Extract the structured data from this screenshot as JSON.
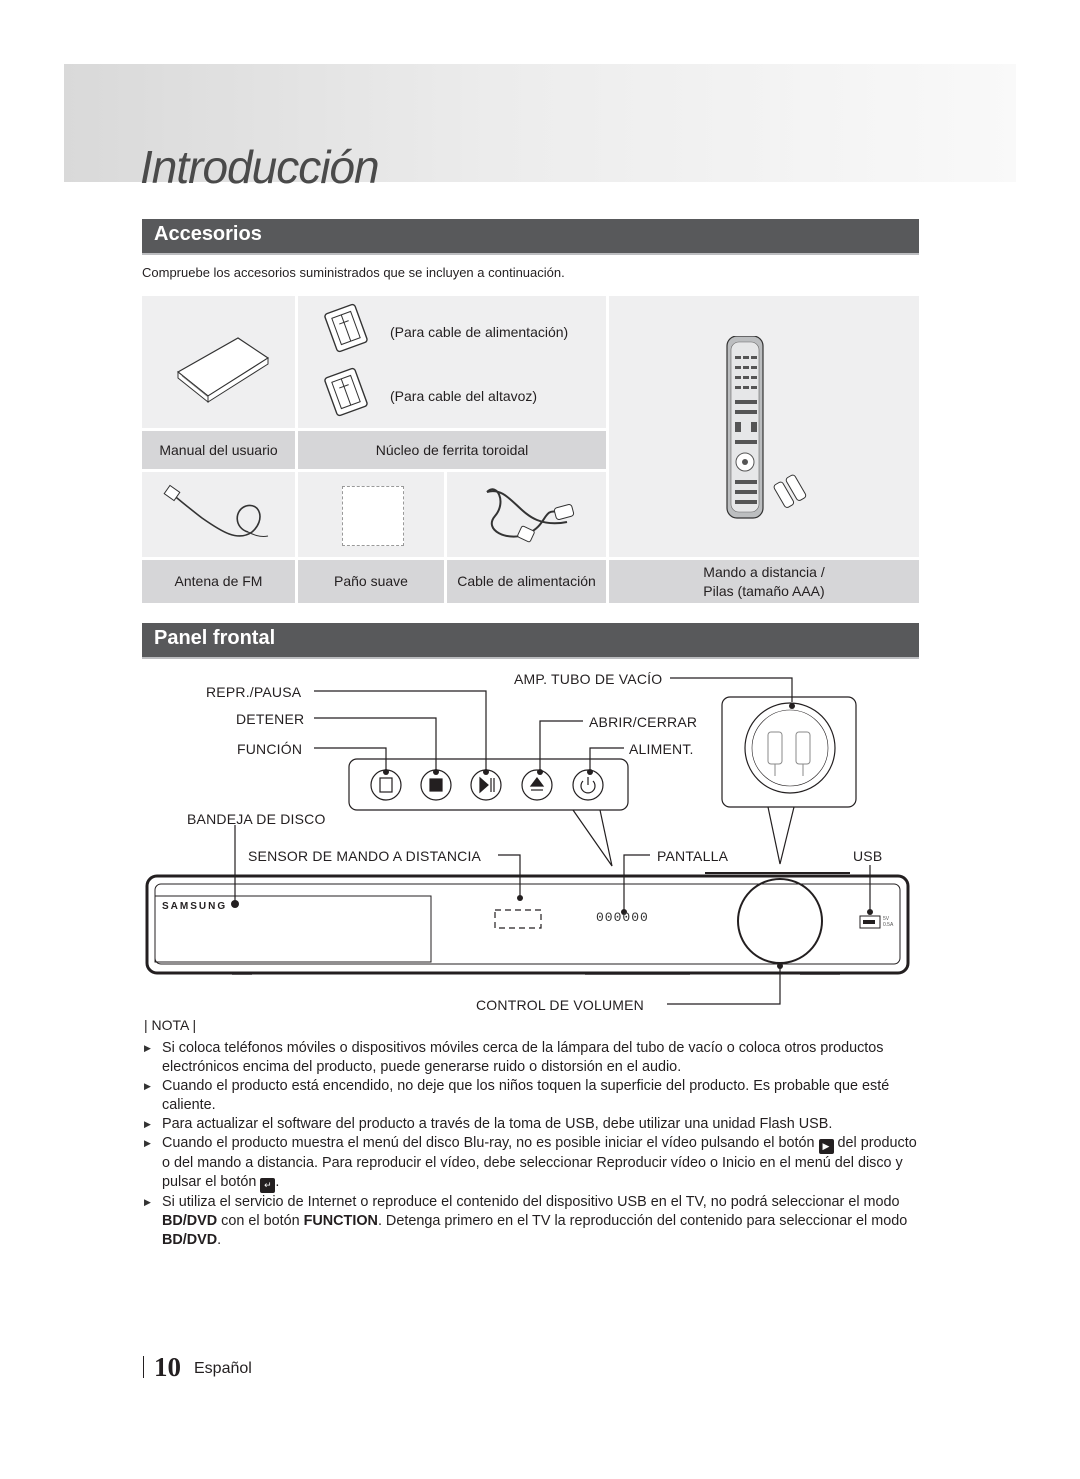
{
  "chapter_title": "Introducción",
  "accessories": {
    "heading": "Accesorios",
    "intro": "Compruebe los accesorios suministrados que se incluyen a continuación.",
    "core_power": "(Para cable de alimentación)",
    "core_speaker": "(Para cable del altavoz)",
    "manual": "Manual del usuario",
    "ferrite": "Núcleo de ferrita toroidal",
    "fm_antenna": "Antena de FM",
    "cloth": "Paño suave",
    "power_cable": "Cable de alimentación",
    "remote_line1": "Mando a distancia /",
    "remote_line2": "Pilas (tamaño AAA)"
  },
  "front_panel": {
    "heading": "Panel frontal",
    "play_pause": "REPR./PAUSA",
    "stop": "DETENER",
    "function": "FUNCIÓN",
    "vacuum_tube": "AMP. TUBO DE VACÍO",
    "open_close": "ABRIR/CERRAR",
    "power": "ALIMENT.",
    "disc_tray": "BANDEJA DE DISCO",
    "remote_sensor": "SENSOR DE MANDO A DISTANCIA",
    "display": "PANTALLA",
    "usb": "USB",
    "volume": "CONTROL DE VOLUMEN",
    "brand": "SAMSUNG",
    "display_digits": "000000",
    "usb_port_label": "5V 0.5A"
  },
  "note": {
    "heading": "| NOTA |",
    "b1": "Si coloca teléfonos móviles o dispositivos móviles cerca de la lámpara del tubo de vacío o coloca otros productos electrónicos encima del producto, puede generarse ruido o distorsión en el audio.",
    "b2": "Cuando el producto está encendido, no deje que los niños toquen la superficie del producto. Es probable que esté caliente.",
    "b3": "Para actualizar el software del producto a través de la toma de USB, debe utilizar una unidad Flash USB.",
    "b4a": "Cuando el producto muestra el menú del disco Blu-ray, no es posible iniciar el vídeo pulsando el botón",
    "b4b": "del producto o del mando a distancia. Para reproducir el vídeo, debe seleccionar Reproducir vídeo o Inicio en el menú del disco y pulsar el botón",
    "b4c": ".",
    "b5a": "Si utiliza el servicio de Internet o reproduce el contenido del dispositivo USB en el TV, no podrá seleccionar el modo",
    "b5b": "BD/DVD",
    "b5c": "con el botón",
    "b5d": "FUNCTION",
    "b5e": ". Detenga primero en el TV la reproducción del contenido para seleccionar el modo",
    "b5f": "BD/DVD",
    "b5g": "."
  },
  "footer": {
    "page_number": "10",
    "language": "Español"
  }
}
